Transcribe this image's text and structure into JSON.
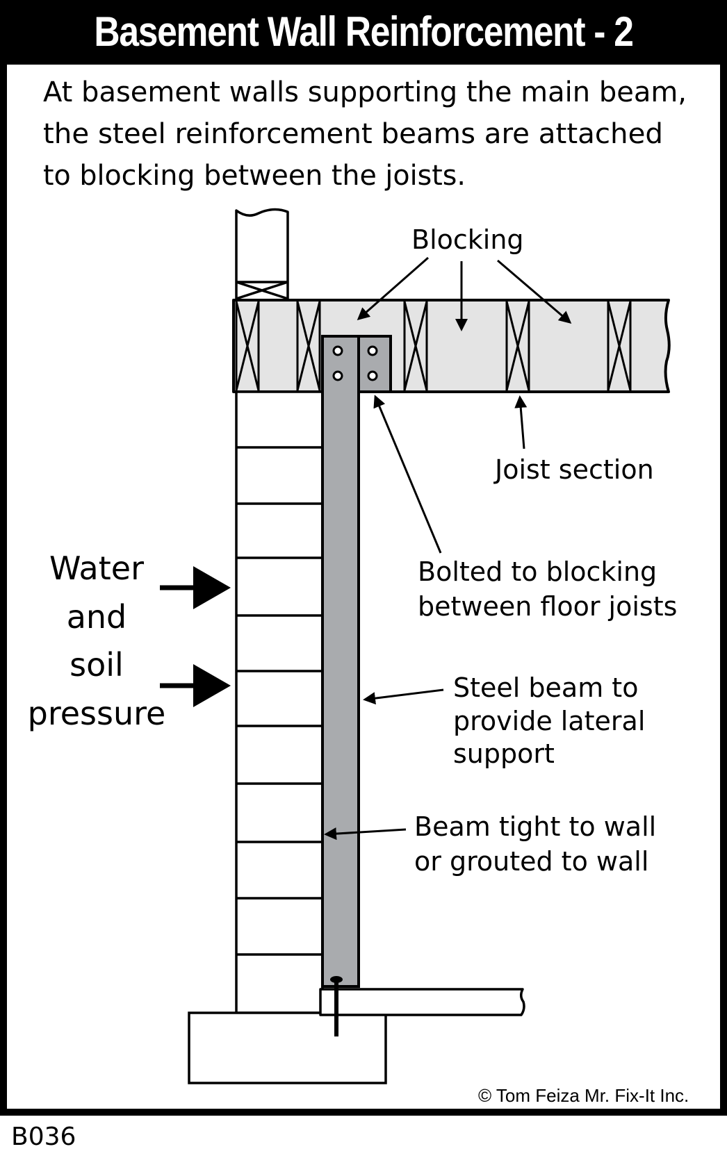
{
  "title": "Basement Wall Reinforcement - 2",
  "description_lines": [
    "At basement walls supporting the main beam,",
    "the steel reinforcement beams are attached",
    "to blocking between the joists."
  ],
  "labels": {
    "blocking": "Blocking",
    "joist_section": "Joist section",
    "bolted": [
      "Bolted to blocking",
      "between floor joists"
    ],
    "pressure": [
      "Water",
      "and",
      "soil",
      "pressure"
    ],
    "steel_beam": [
      "Steel beam to",
      "provide lateral",
      "support"
    ],
    "beam_tight": [
      "Beam tight to wall",
      "or grouted to wall"
    ]
  },
  "copyright": "© Tom Feiza Mr. Fix-It Inc.",
  "code": "B036",
  "colors": {
    "ink": "#000000",
    "paper": "#ffffff",
    "joist_fill": "#e4e4e4",
    "steel_fill": "#a9abae"
  }
}
